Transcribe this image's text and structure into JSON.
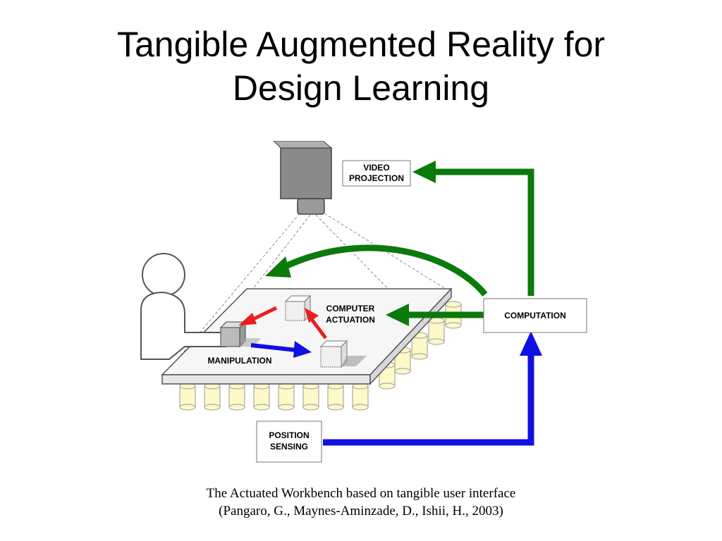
{
  "slide": {
    "title_line1": "Tangible Augmented Reality for",
    "title_line2": "Design Learning"
  },
  "diagram": {
    "labels": {
      "video_projection_1": "VIDEO",
      "video_projection_2": "PROJECTION",
      "computation": "COMPUTATION",
      "computer_actuation_1": "COMPUTER",
      "computer_actuation_2": "ACTUATION",
      "manipulation": "MANIPULATION",
      "position_sensing_1": "POSITION",
      "position_sensing_2": "SENSING"
    },
    "colors": {
      "green_arrow": "#0a7a0a",
      "blue_arrow": "#1010e0",
      "red_arrow": "#ee1c1c",
      "projector": "#8a8a8a",
      "cylinder": "#fff8c8"
    }
  },
  "caption": {
    "line1": "The Actuated Workbench based on tangible user interface",
    "line2": "(Pangaro, G., Maynes-Aminzade, D., Ishii, H., 2003)"
  }
}
